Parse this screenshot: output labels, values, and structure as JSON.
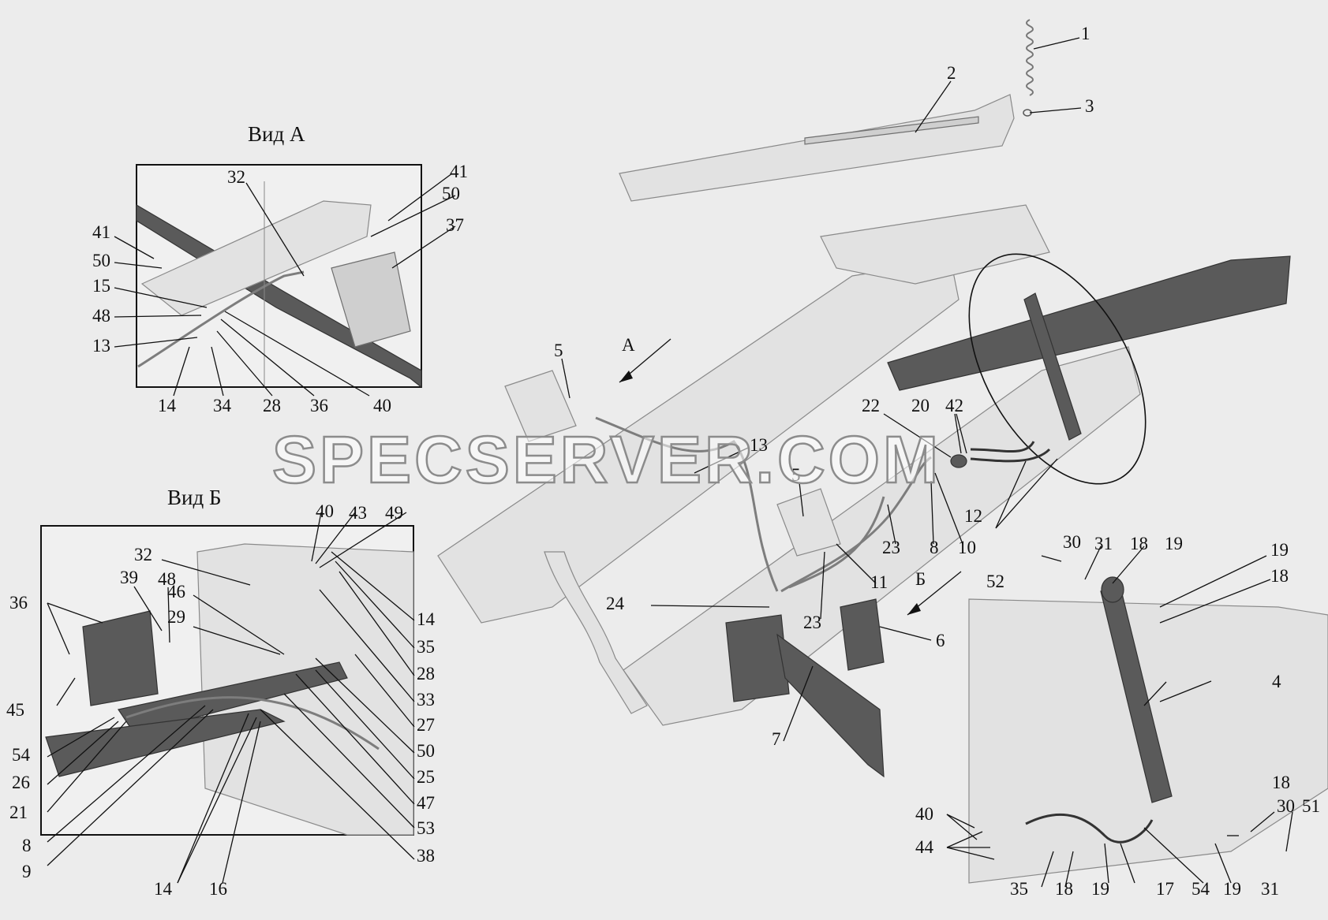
{
  "views": {
    "view_a_title": "Вид А",
    "view_b_title": "Вид Б",
    "arrow_a_letter": "А",
    "arrow_b_letter": "Б"
  },
  "watermark": "SPECSERVER.COM",
  "labels": {
    "main": [
      "1",
      "2",
      "3",
      "5",
      "13",
      "5",
      "22",
      "20",
      "42",
      "12",
      "23",
      "8",
      "10",
      "11",
      "24",
      "23",
      "6",
      "7"
    ],
    "view_a": [
      "32",
      "41",
      "50",
      "37",
      "41",
      "50",
      "15",
      "48",
      "13",
      "14",
      "34",
      "28",
      "36",
      "40"
    ],
    "view_b": [
      "40",
      "43",
      "49",
      "32",
      "39",
      "48",
      "46",
      "29",
      "36",
      "45",
      "14",
      "35",
      "28",
      "33",
      "27",
      "50",
      "25",
      "47",
      "53",
      "38",
      "54",
      "26",
      "21",
      "8",
      "9",
      "14",
      "16"
    ],
    "detail": [
      "30",
      "31",
      "18",
      "19",
      "52",
      "19",
      "18",
      "4",
      "40",
      "44",
      "35",
      "18",
      "19",
      "17",
      "54",
      "19",
      "31",
      "18",
      "30",
      "51"
    ]
  }
}
